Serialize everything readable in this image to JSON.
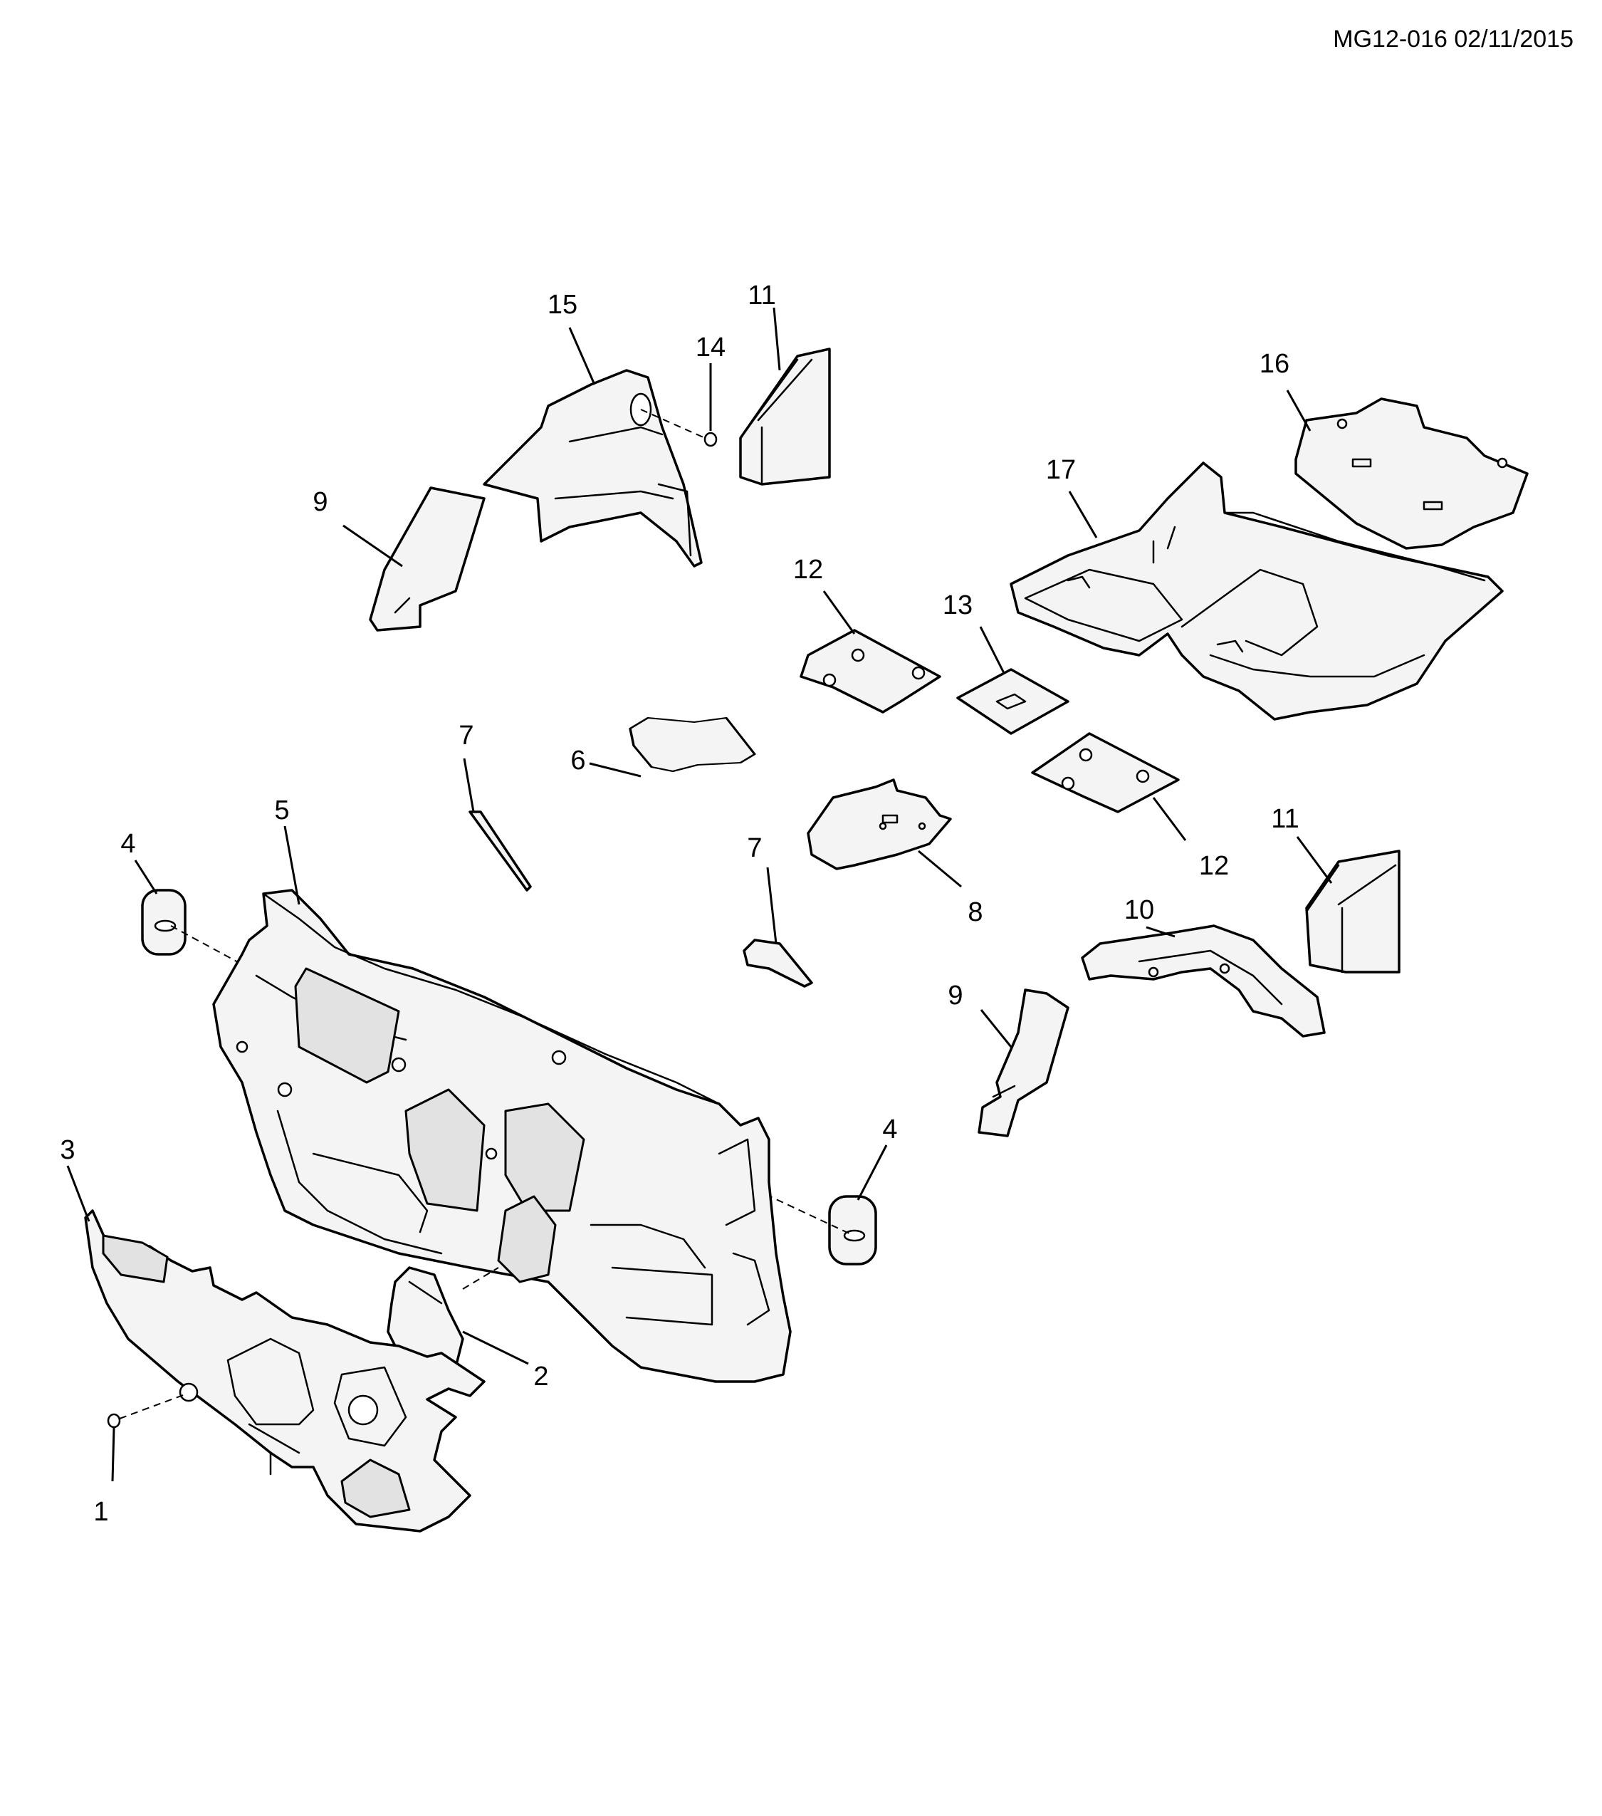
{
  "document_id": "MG12-016 02/11/2015",
  "callouts": {
    "c1": "1",
    "c2": "2",
    "c3": "3",
    "c4a": "4",
    "c4b": "4",
    "c5": "5",
    "c6": "6",
    "c7a": "7",
    "c7b": "7",
    "c8": "8",
    "c9a": "9",
    "c9b": "9",
    "c10": "10",
    "c11a": "11",
    "c11b": "11",
    "c12a": "12",
    "c12b": "12",
    "c13": "13",
    "c14": "14",
    "c15": "15",
    "c16": "16",
    "c17": "17"
  }
}
